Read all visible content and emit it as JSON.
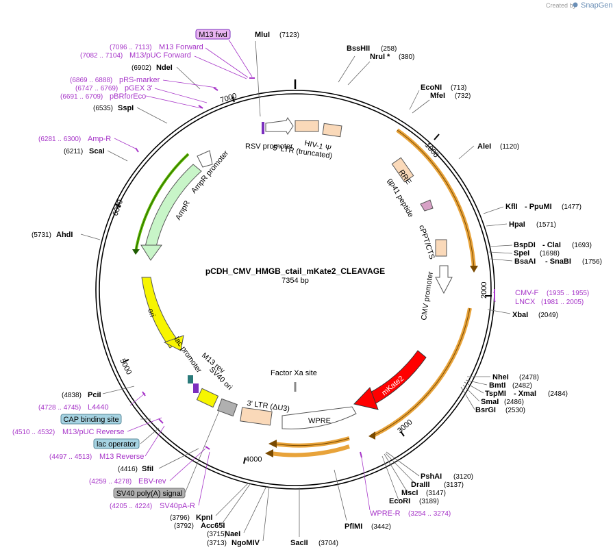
{
  "brand": {
    "created_by": "Created by",
    "name": "SnapGene"
  },
  "plasmid": {
    "name": "pCDH_CMV_HMGB_ctail_mKate2_CLEAVAGE",
    "size": "7354 bp"
  },
  "ticks": [
    "1000",
    "2000",
    "3000",
    "4000",
    "5000",
    "6000",
    "7000"
  ],
  "sites": {
    "mlui": {
      "name": "MluI",
      "pos": "(7123)"
    },
    "bsshii": {
      "name": "BssHII",
      "pos": "(258)"
    },
    "nrui": {
      "name": "NruI *",
      "pos": "(380)"
    },
    "econi": {
      "name": "EcoNI",
      "pos": "(713)"
    },
    "mfei": {
      "name": "MfeI",
      "pos": "(732)"
    },
    "alei": {
      "name": "AleI",
      "pos": "(1120)"
    },
    "kfli": {
      "name": "KflI",
      "name2": "- PpuMI",
      "pos": "(1477)"
    },
    "hpai": {
      "name": "HpaI",
      "pos": "(1571)"
    },
    "bspdi": {
      "name": "BspDI",
      "name2": "- ClaI",
      "pos": "(1693)"
    },
    "spei": {
      "name": "SpeI",
      "pos": "(1698)"
    },
    "bsaai": {
      "name": "BsaAI",
      "name2": "- SnaBI",
      "pos": "(1756)"
    },
    "xbai": {
      "name": "XbaI",
      "pos": "(2049)"
    },
    "nhei": {
      "name": "NheI",
      "pos": "(2478)"
    },
    "bmti": {
      "name": "BmtI",
      "pos": "(2482)"
    },
    "tspmi": {
      "name": "TspMI",
      "name2": "- XmaI",
      "pos": "(2484)"
    },
    "smai": {
      "name": "SmaI",
      "pos": "(2486)"
    },
    "bsrgi": {
      "name": "BsrGI",
      "pos": "(2530)"
    },
    "pshai": {
      "name": "PshAI",
      "pos": "(3120)"
    },
    "draiii": {
      "name": "DraIII",
      "pos": "(3137)"
    },
    "msci": {
      "name": "MscI",
      "pos": "(3147)"
    },
    "ecori": {
      "name": "EcoRI",
      "pos": "(3189)"
    },
    "pflmi": {
      "name": "PflMI",
      "pos": "(3442)"
    },
    "sacii": {
      "name": "SacII",
      "pos": "(3704)"
    },
    "ngomiv": {
      "name": "NgoMIV",
      "pos": "(3713)"
    },
    "naei": {
      "name": "NaeI",
      "pos": "(3715)"
    },
    "acc65i": {
      "name": "Acc65I",
      "pos": "(3792)"
    },
    "kpni": {
      "name": "KpnI",
      "pos": "(3796)"
    },
    "sfii": {
      "name": "SfiI",
      "pos": "(4416)"
    },
    "pcii": {
      "name": "PciI",
      "pos": "(4838)"
    },
    "ahdi": {
      "name": "AhdI",
      "pos": "(5731)"
    },
    "scai": {
      "name": "ScaI",
      "pos": "(6211)"
    },
    "sspi": {
      "name": "SspI",
      "pos": "(6535)"
    },
    "ndei": {
      "name": "NdeI",
      "pos": "(6902)"
    }
  },
  "primers": {
    "m13fwd_tag": "M13 fwd",
    "m13forward": {
      "name": "M13 Forward",
      "range": "(7096 .. 7113)"
    },
    "m13puc_fwd": {
      "name": "M13/pUC Forward",
      "range": "(7082 .. 7104)"
    },
    "prs": {
      "name": "pRS-marker",
      "range": "(6869 .. 6888)"
    },
    "pgex": {
      "name": "pGEX 3'",
      "range": "(6747 .. 6769)"
    },
    "pbr": {
      "name": "pBRforEco",
      "range": "(6691 .. 6709)"
    },
    "ampr": {
      "name": "Amp-R",
      "range": "(6281 .. 6300)"
    },
    "cmvf": {
      "name": "CMV-F",
      "range": "(1935 .. 1955)"
    },
    "lncx": {
      "name": "LNCX",
      "range": "(1981 .. 2005)"
    },
    "l4440": {
      "name": "L4440",
      "range": "(4728 .. 4745)"
    },
    "m13puc_rev": {
      "name": "M13/pUC Reverse",
      "range": "(4510 .. 4532)"
    },
    "m13rev": {
      "name": "M13 Reverse",
      "range": "(4497 .. 4513)"
    },
    "ebv": {
      "name": "EBV-rev",
      "range": "(4259 .. 4278)"
    },
    "sv40pa": {
      "name": "SV40pA-R",
      "range": "(4205 .. 4224)"
    },
    "wpre": {
      "name": "WPRE-R",
      "range": "(3254 .. 3274)"
    }
  },
  "tags": {
    "cap": "CAP binding site",
    "lacop": "lac operator",
    "sv40polya": "SV40 poly(A) signal"
  },
  "features": {
    "rsv": "RSV promoter",
    "ltr5": "5' LTR (truncated)",
    "hiv": "HIV-1 Ψ",
    "rre": "RRE",
    "gp41": "gp41 peptide",
    "cppt": "cPPT/CTS",
    "cmvp": "CMV promoter",
    "mkate": "mKate2",
    "factorxa": "Factor Xa site",
    "wpre": "WPRE",
    "ltr3": "3' LTR (ΔU3)",
    "sv40ori": "SV40 ori",
    "m13rev": "M13 rev",
    "lacprom": "lac promoter",
    "ori": "ori",
    "ampr": "AmpR",
    "amprprom": "AmpR promoter"
  },
  "colors": {
    "backbone": "#000000",
    "orf_orange": "#e8a33a",
    "ampr_green": "#c8f5c8",
    "ori_yellow": "#f7f500",
    "mkate_red": "#ff0000",
    "ltr_tan": "#fad9b9",
    "primer_purple": "#a634c8",
    "cap_blue": "#a6d3e2",
    "sv40_grey": "#b0b0b0"
  }
}
